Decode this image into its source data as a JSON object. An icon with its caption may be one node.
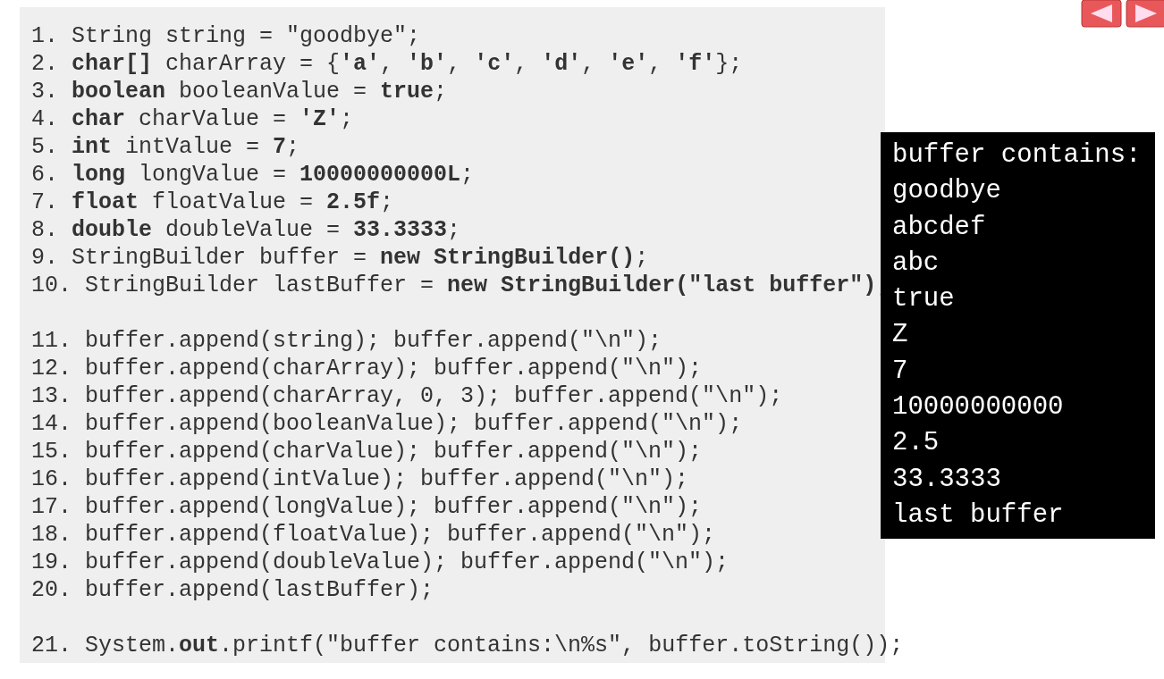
{
  "diagram": {
    "nodes": [
      {
        "text": [
          "1. String string = \"goodbye\";",
          "2. **char[]** charArray = {**'a'**, **'b'**, **'c'**, **'d'**, **'e'**, **'f'**};",
          "3. **boolean** booleanValue = **true**;",
          "4. **char** charValue = **'Z'**;",
          "5. **int** intValue = **7**;",
          "6. **long** longValue = **10000000000L**;",
          "7. **float** floatValue = **2.5f**;",
          "8. **double** doubleValue = **33.3333**;",
          "9. StringBuilder buffer = **new** **StringBuilder()**;",
          "10. StringBuilder lastBuffer = **new** **StringBuilder(\"last buffer\")**;",
          "11. buffer.append(string); buffer.append(\"\\n\");",
          "12. buffer.append(charArray); buffer.append(\"\\n\");",
          "13. buffer.append(charArray, 0, 3); buffer.append(\"\\n\");",
          "14. buffer.append(booleanValue); buffer.append(\"\\n\");",
          "15. buffer.append(charValue); buffer.append(\"\\n\");",
          "16. buffer.append(intValue); buffer.append(\"\\n\");",
          "17. buffer.append(longValue); buffer.append(\"\\n\");",
          "18. buffer.append(floatValue); buffer.append(\"\\n\");",
          "19. buffer.append(doubleValue); buffer.append(\"\\n\");",
          "20. buffer.append(lastBuffer);",
          "21. System.**out**.printf(\"buffer contains:\\n%s\", buffer.toString());"
        ]
      },
      {
        "text": [
          "buffer contains:",
          "goodbye",
          "abcdef",
          "abc",
          "true",
          "Z",
          "7",
          "10000000000",
          "2.5",
          "33.3333",
          "last buffer"
        ]
      }
    ]
  }
}
